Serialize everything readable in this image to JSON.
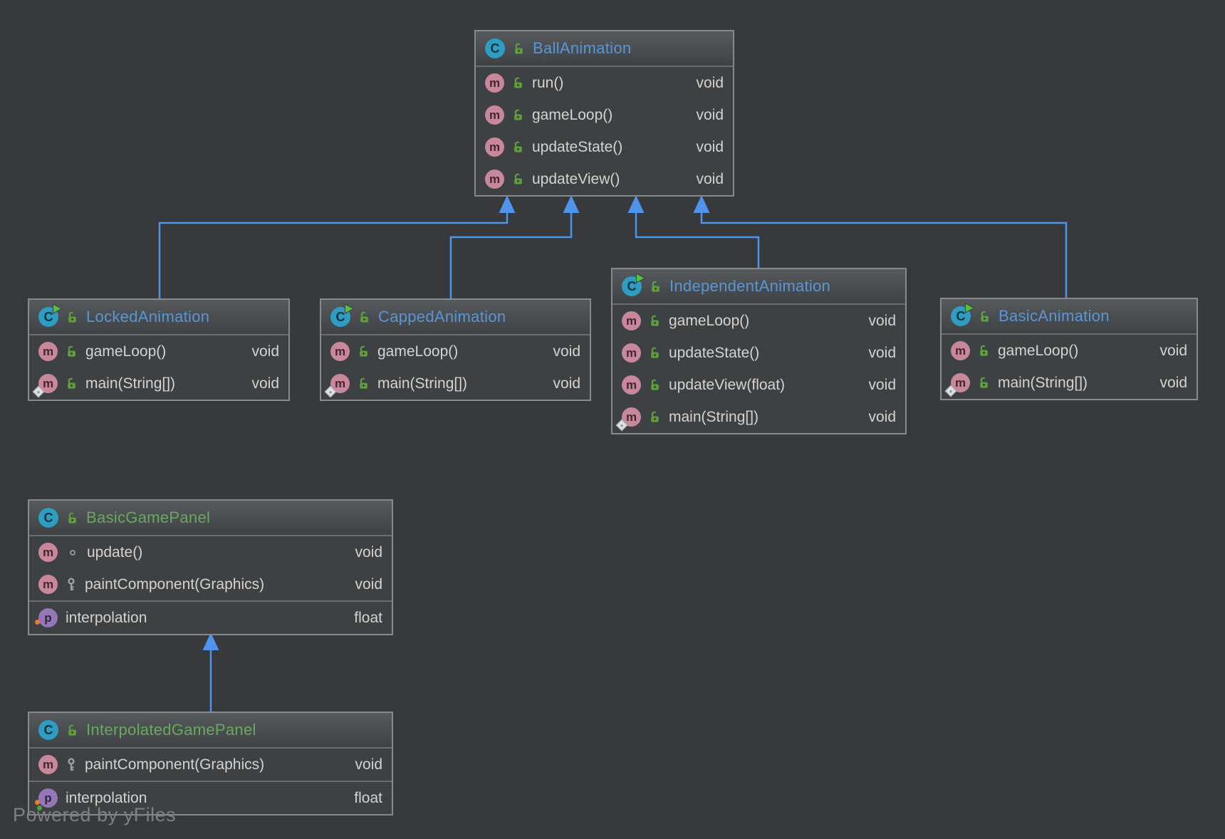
{
  "watermark": "Powered by yFiles",
  "icons": {
    "class_letter": "C",
    "method_letter": "m",
    "field_letter": "p"
  },
  "colors": {
    "background": "#37393b",
    "box_body": "#3e4143",
    "box_border": "#87898b",
    "class_name_blue": "#5a96d5",
    "class_name_green": "#68a95c",
    "member_text": "#d6d3cf",
    "edge_blue": "#4f93ea",
    "class_icon": "#2f9dc1",
    "method_icon": "#c8879a",
    "field_icon": "#9577b5",
    "lock_green": "#5f9e3c",
    "run_overlay_green": "#58c03c",
    "static_diamond": "#dde1e5",
    "field_dot_orange": "#e87e2c",
    "field_dot_green": "#4aa53c"
  },
  "classes": [
    {
      "name": "BallAnimation",
      "name_style": "blue",
      "runnable": false,
      "methods": [
        {
          "label": "run()",
          "type": "void",
          "visibility": "lock-open",
          "static": false
        },
        {
          "label": "gameLoop()",
          "type": "void",
          "visibility": "lock-open",
          "static": false
        },
        {
          "label": "updateState()",
          "type": "void",
          "visibility": "lock-open",
          "static": false
        },
        {
          "label": "updateView()",
          "type": "void",
          "visibility": "lock-open",
          "static": false
        }
      ],
      "fields": []
    },
    {
      "name": "LockedAnimation",
      "name_style": "blue",
      "runnable": true,
      "methods": [
        {
          "label": "gameLoop()",
          "type": "void",
          "visibility": "lock-open",
          "static": false
        },
        {
          "label": "main(String[])",
          "type": "void",
          "visibility": "lock-open",
          "static": true
        }
      ],
      "fields": []
    },
    {
      "name": "CappedAnimation",
      "name_style": "blue",
      "runnable": true,
      "methods": [
        {
          "label": "gameLoop()",
          "type": "void",
          "visibility": "lock-open",
          "static": false
        },
        {
          "label": "main(String[])",
          "type": "void",
          "visibility": "lock-open",
          "static": true
        }
      ],
      "fields": []
    },
    {
      "name": "IndependentAnimation",
      "name_style": "blue",
      "runnable": true,
      "methods": [
        {
          "label": "gameLoop()",
          "type": "void",
          "visibility": "lock-open",
          "static": false
        },
        {
          "label": "updateState()",
          "type": "void",
          "visibility": "lock-open",
          "static": false
        },
        {
          "label": "updateView(float)",
          "type": "void",
          "visibility": "lock-open",
          "static": false
        },
        {
          "label": "main(String[])",
          "type": "void",
          "visibility": "lock-open",
          "static": true
        }
      ],
      "fields": []
    },
    {
      "name": "BasicAnimation",
      "name_style": "blue",
      "runnable": true,
      "methods": [
        {
          "label": "gameLoop()",
          "type": "void",
          "visibility": "lock-open",
          "static": false
        },
        {
          "label": "main(String[])",
          "type": "void",
          "visibility": "lock-open",
          "static": true
        }
      ],
      "fields": []
    },
    {
      "name": "BasicGamePanel",
      "name_style": "green",
      "runnable": false,
      "methods": [
        {
          "label": "update()",
          "type": "void",
          "visibility": "package",
          "static": false
        },
        {
          "label": "paintComponent(Graphics)",
          "type": "void",
          "visibility": "key",
          "static": false
        }
      ],
      "fields": [
        {
          "label": "interpolation",
          "type": "float",
          "dots": [
            "orange"
          ]
        }
      ]
    },
    {
      "name": "InterpolatedGamePanel",
      "name_style": "green",
      "runnable": false,
      "methods": [
        {
          "label": "paintComponent(Graphics)",
          "type": "void",
          "visibility": "key",
          "static": false
        }
      ],
      "fields": [
        {
          "label": "interpolation",
          "type": "float",
          "dots": [
            "orange",
            "green"
          ]
        }
      ]
    }
  ],
  "edges": [
    {
      "from": "LockedAnimation",
      "to": "BallAnimation"
    },
    {
      "from": "CappedAnimation",
      "to": "BallAnimation"
    },
    {
      "from": "IndependentAnimation",
      "to": "BallAnimation"
    },
    {
      "from": "BasicAnimation",
      "to": "BallAnimation"
    },
    {
      "from": "InterpolatedGamePanel",
      "to": "BasicGamePanel"
    }
  ]
}
